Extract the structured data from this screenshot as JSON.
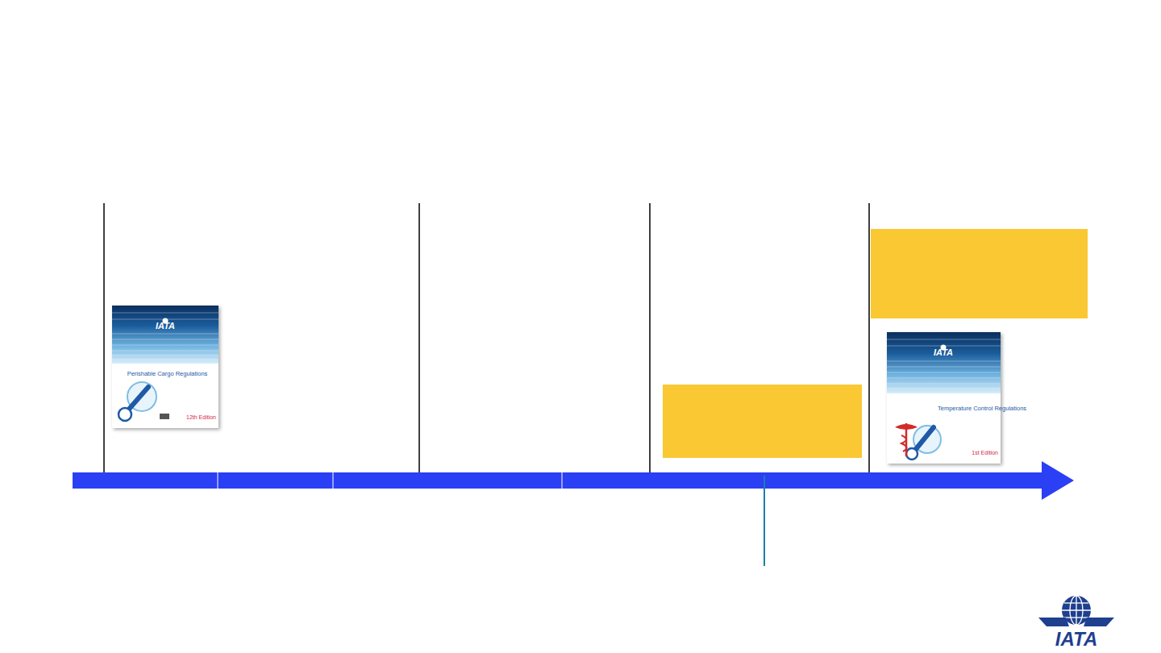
{
  "diagram": {
    "labels": [
      "IATA",
      "Perishable Cargo Regulations",
      "12th Edition",
      "IATA",
      "Temperature Control Regulations",
      "1st Edition",
      "IATA"
    ]
  }
}
